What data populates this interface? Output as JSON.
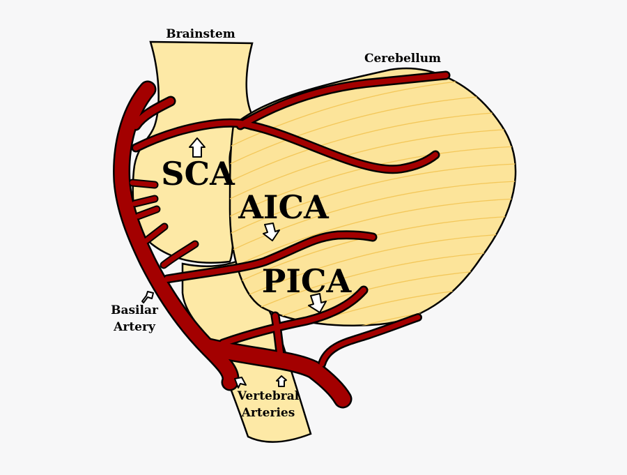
{
  "diagram": {
    "labels": {
      "brainstem": "Brainstem",
      "cerebellum": "Cerebellum",
      "sca": "SCA",
      "aica": "AICA",
      "pica": "PICA",
      "basilar_line1": "Basilar",
      "basilar_line2": "Artery",
      "vertebral_line1": "Vertebral",
      "vertebral_line2": "Arteries"
    },
    "colors": {
      "background": "#f7f7f8",
      "tissue_fill": "#fde9a6",
      "cerebellum_fill": "#fce49a",
      "folia_lines": "#f3c75a",
      "artery_fill": "#a30000",
      "outline": "#000000"
    }
  }
}
